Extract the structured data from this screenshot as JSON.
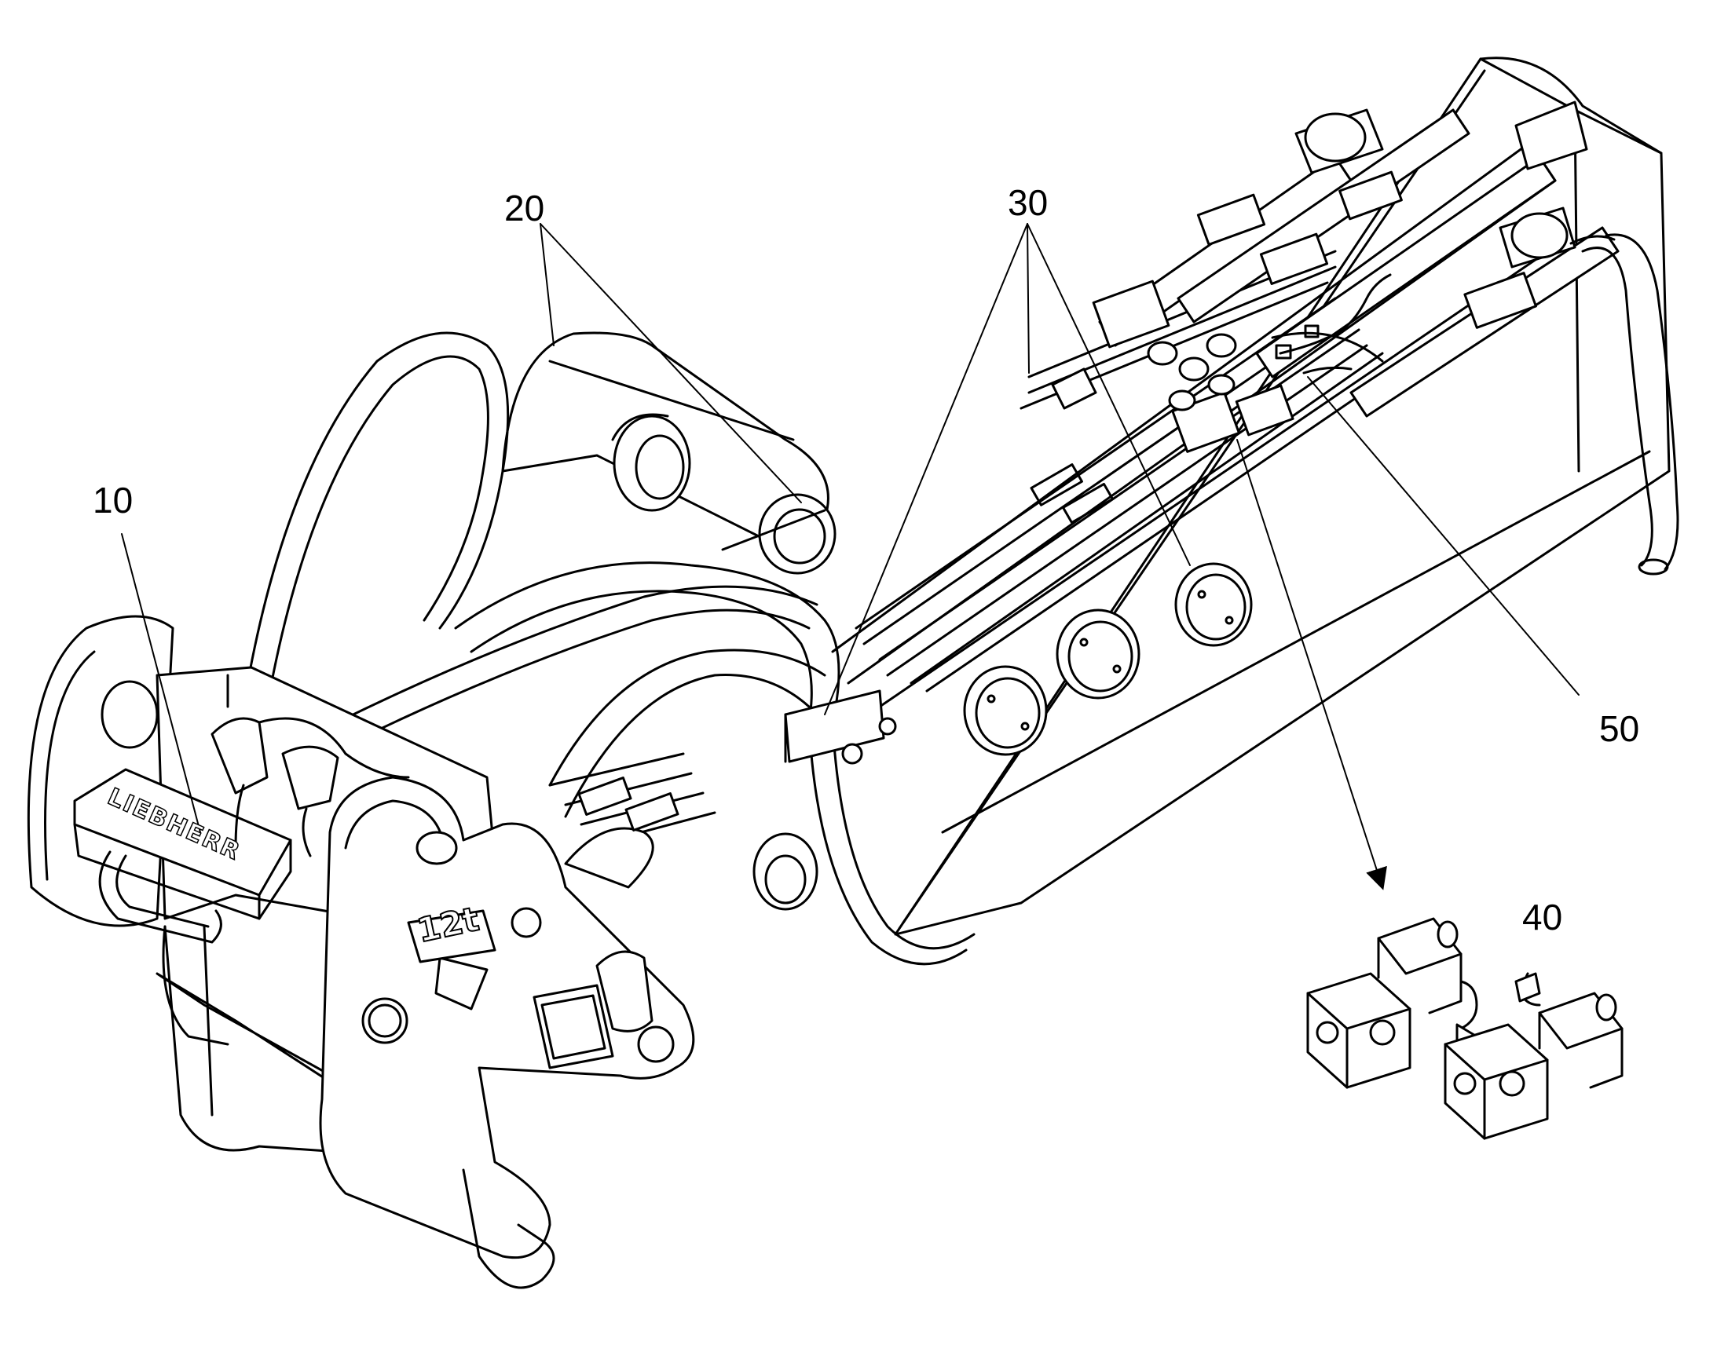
{
  "callouts": {
    "c10": "10",
    "c20": "20",
    "c30": "30",
    "c40": "40",
    "c50": "50"
  },
  "markings": {
    "brand": "LIEBHERR",
    "capacity": "12t"
  },
  "colors": {
    "line": "#000000",
    "paper": "#ffffff"
  }
}
